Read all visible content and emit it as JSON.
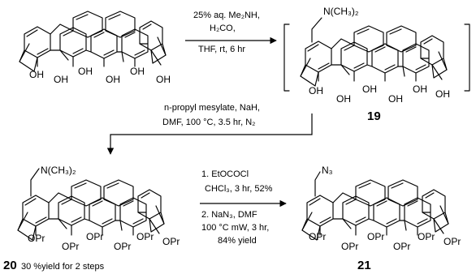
{
  "step1": {
    "line1": "25% aq. Me₂NH,",
    "line2": "H₂CO,",
    "line3": "THF, rt, 6 hr"
  },
  "step2": {
    "line1": "n-propyl mesylate, NaH,",
    "line2": "DMF, 100 °C, 3.5 hr, N₂"
  },
  "step3": {
    "line1": "1. EtOCOCl",
    "line2": "CHCl₃, 3 hr, 52%",
    "line3": "2. NaN₃, DMF",
    "line4": "100 °C mW, 3 hr,",
    "line5": "84% yield"
  },
  "compounds": {
    "c19": {
      "number": "19",
      "substituent": "N(CH₃)₂"
    },
    "c20": {
      "number": "20",
      "note": "30 %yield for 2 steps",
      "substituent": "N(CH₃)₂"
    },
    "c21": {
      "number": "21",
      "substituent": "N₃"
    }
  },
  "groups": {
    "hydroxyl": "OH",
    "propoxy": "OPr"
  }
}
